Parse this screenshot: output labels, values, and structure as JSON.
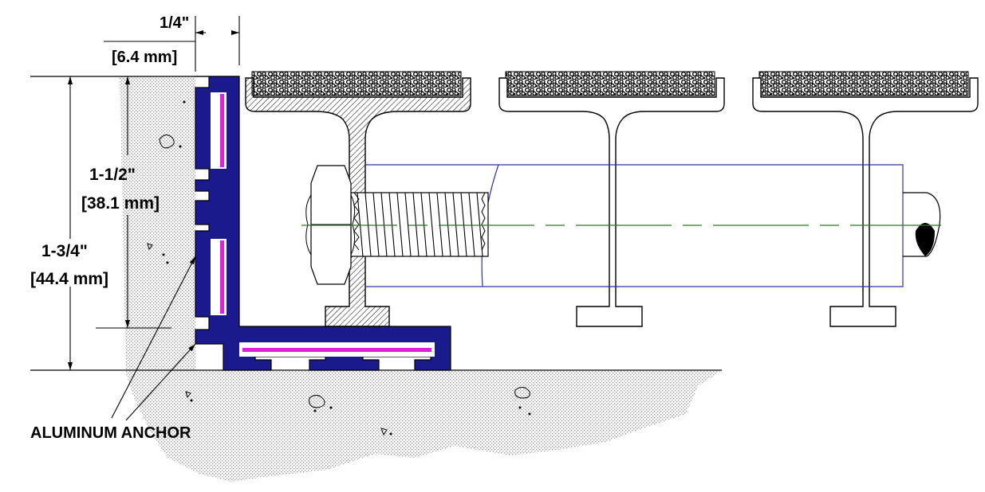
{
  "dimensions": {
    "flange_width": {
      "imperial": "1/4\"",
      "metric": "[6.4 mm]"
    },
    "inner_height": {
      "imperial": "1-1/2\"",
      "metric": "[38.1 mm]"
    },
    "total_height": {
      "imperial": "1-3/4\"",
      "metric": "[44.4 mm]"
    }
  },
  "labels": {
    "anchor": "ALUMINUM ANCHOR"
  },
  "colors": {
    "anchor_fill": "#1a1a8c",
    "adhesive": "#e020d8",
    "rod_outline": "#3030b0",
    "centerline": "#2a7a2a",
    "concrete_dots": "#9a9a9a",
    "line": "#000000"
  }
}
